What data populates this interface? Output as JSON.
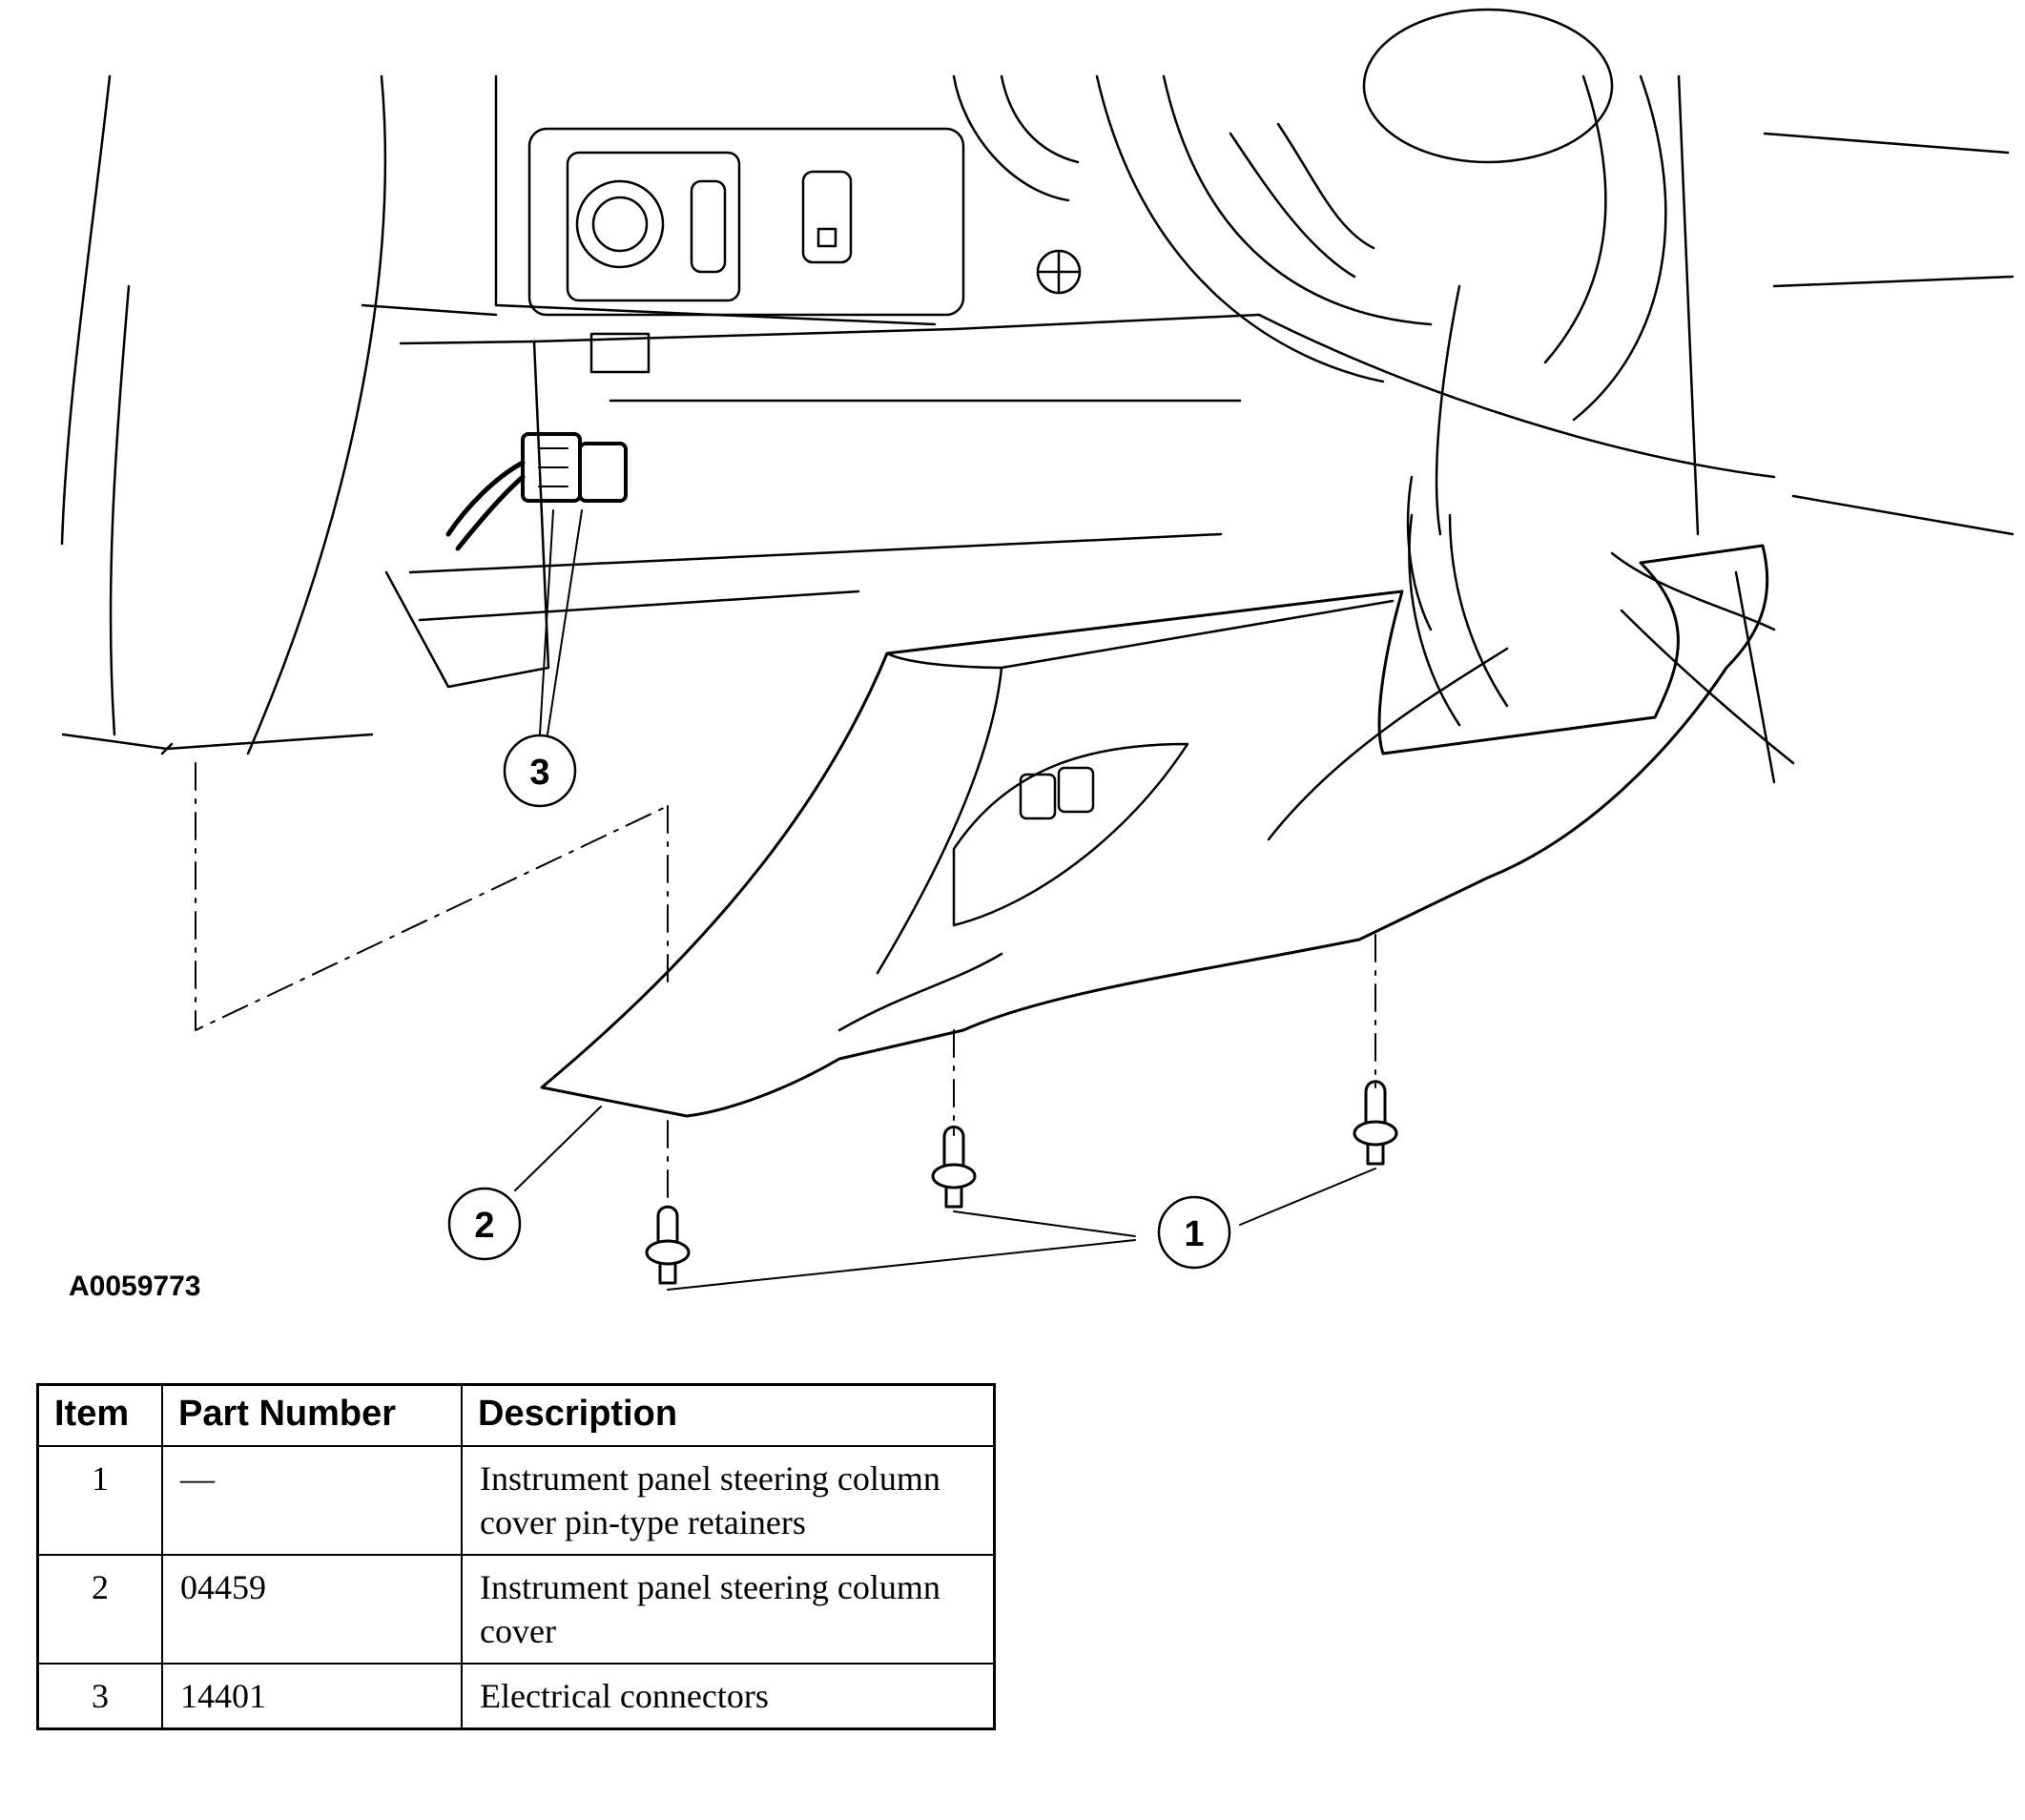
{
  "figure_id": "A0059773",
  "callouts": [
    {
      "number": "1"
    },
    {
      "number": "2"
    },
    {
      "number": "3"
    }
  ],
  "table": {
    "headers": {
      "item": "Item",
      "part_number": "Part Number",
      "description": "Description"
    },
    "rows": [
      {
        "item": "1",
        "part_number": "—",
        "description": "Instrument panel steering column cover pin-type retainers"
      },
      {
        "item": "2",
        "part_number": "04459",
        "description": "Instrument panel steering column cover"
      },
      {
        "item": "3",
        "part_number": "14401",
        "description": "Electrical connectors"
      }
    ]
  }
}
